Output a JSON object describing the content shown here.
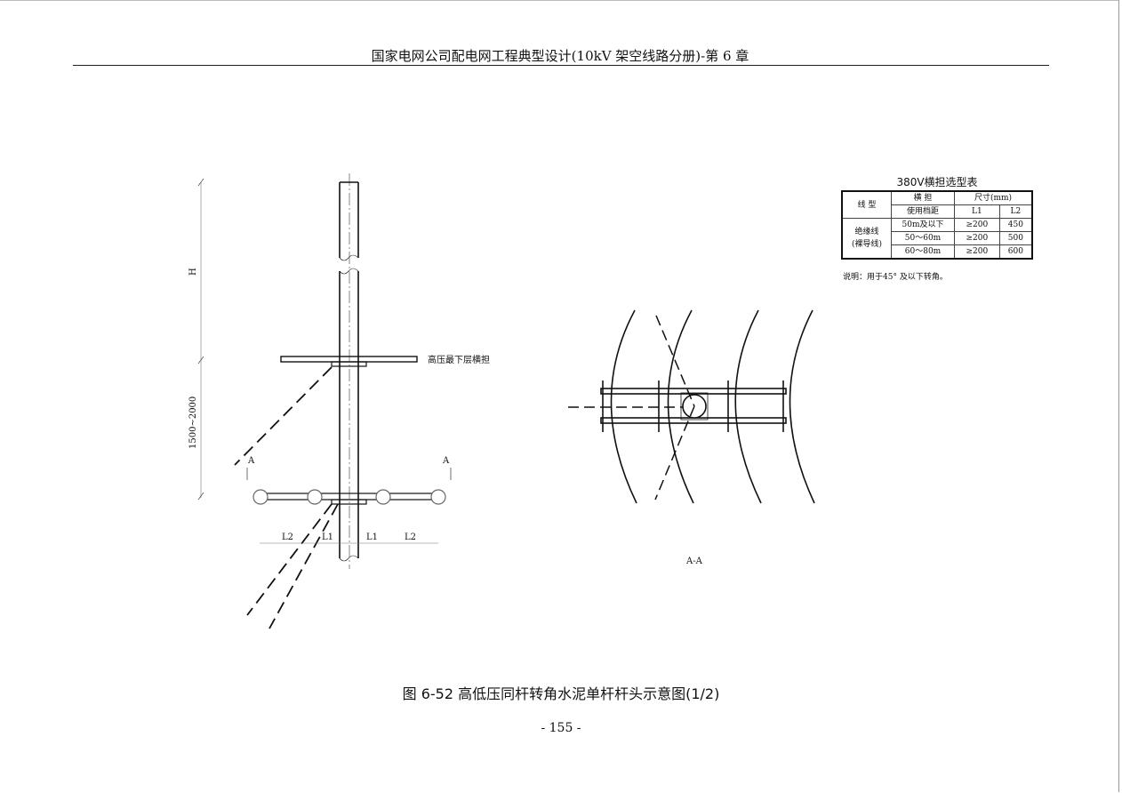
{
  "header": {
    "title": "国家电网公司配电网工程典型设计(10kV 架空线路分册)-第 6 章"
  },
  "drawing": {
    "dim_h": "H",
    "dim_spacing": "1500~2000",
    "crossarm_label": "高压最下层横担",
    "section_mark_left": "A",
    "section_mark_right": "A",
    "dims": [
      "L2",
      "L1",
      "L1",
      "L2"
    ],
    "section_label": "A-A"
  },
  "table": {
    "title": "380V横担选型表",
    "headers": {
      "col1": "线 型",
      "col2a": "横    担",
      "col2b": "使用档距",
      "col3": "尺寸(mm)",
      "l1": "L1",
      "l2": "L2"
    },
    "row_group": [
      "绝缘线",
      "(裸导线)"
    ],
    "rows": [
      {
        "span": "50m及以下",
        "l1": "≥200",
        "l2": "450"
      },
      {
        "span": "50～60m",
        "l1": "≥200",
        "l2": "500"
      },
      {
        "span": "60～80m",
        "l1": "≥200",
        "l2": "600"
      }
    ],
    "note": "说明：用于45° 及以下转角。"
  },
  "caption": "图 6-52   高低压同杆转角水泥单杆杆头示意图(1/2)",
  "page_number": "- 155 -"
}
